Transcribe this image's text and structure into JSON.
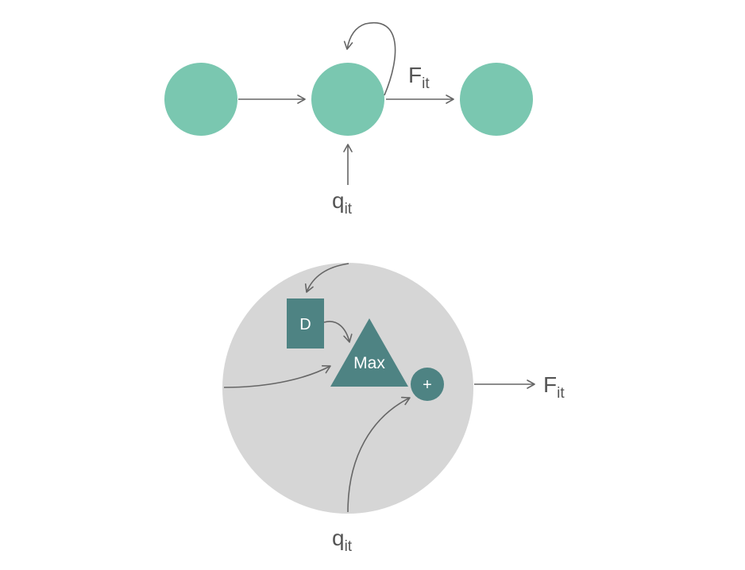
{
  "colors": {
    "node_fill": "#7ac7b0",
    "cell_fill": "#d6d6d6",
    "unit_fill": "#4e8383",
    "arrow": "#666666",
    "text": "#555555",
    "text_inverse": "#ffffff"
  },
  "top_network": {
    "flow_label": {
      "main": "F",
      "sub": "it"
    },
    "input_label": {
      "main": "q",
      "sub": "it"
    }
  },
  "cell_detail": {
    "delay_label": "D",
    "max_label": "Max",
    "sum_label": "+",
    "output_label": {
      "main": "F",
      "sub": "it"
    },
    "input_label": {
      "main": "q",
      "sub": "it"
    }
  }
}
